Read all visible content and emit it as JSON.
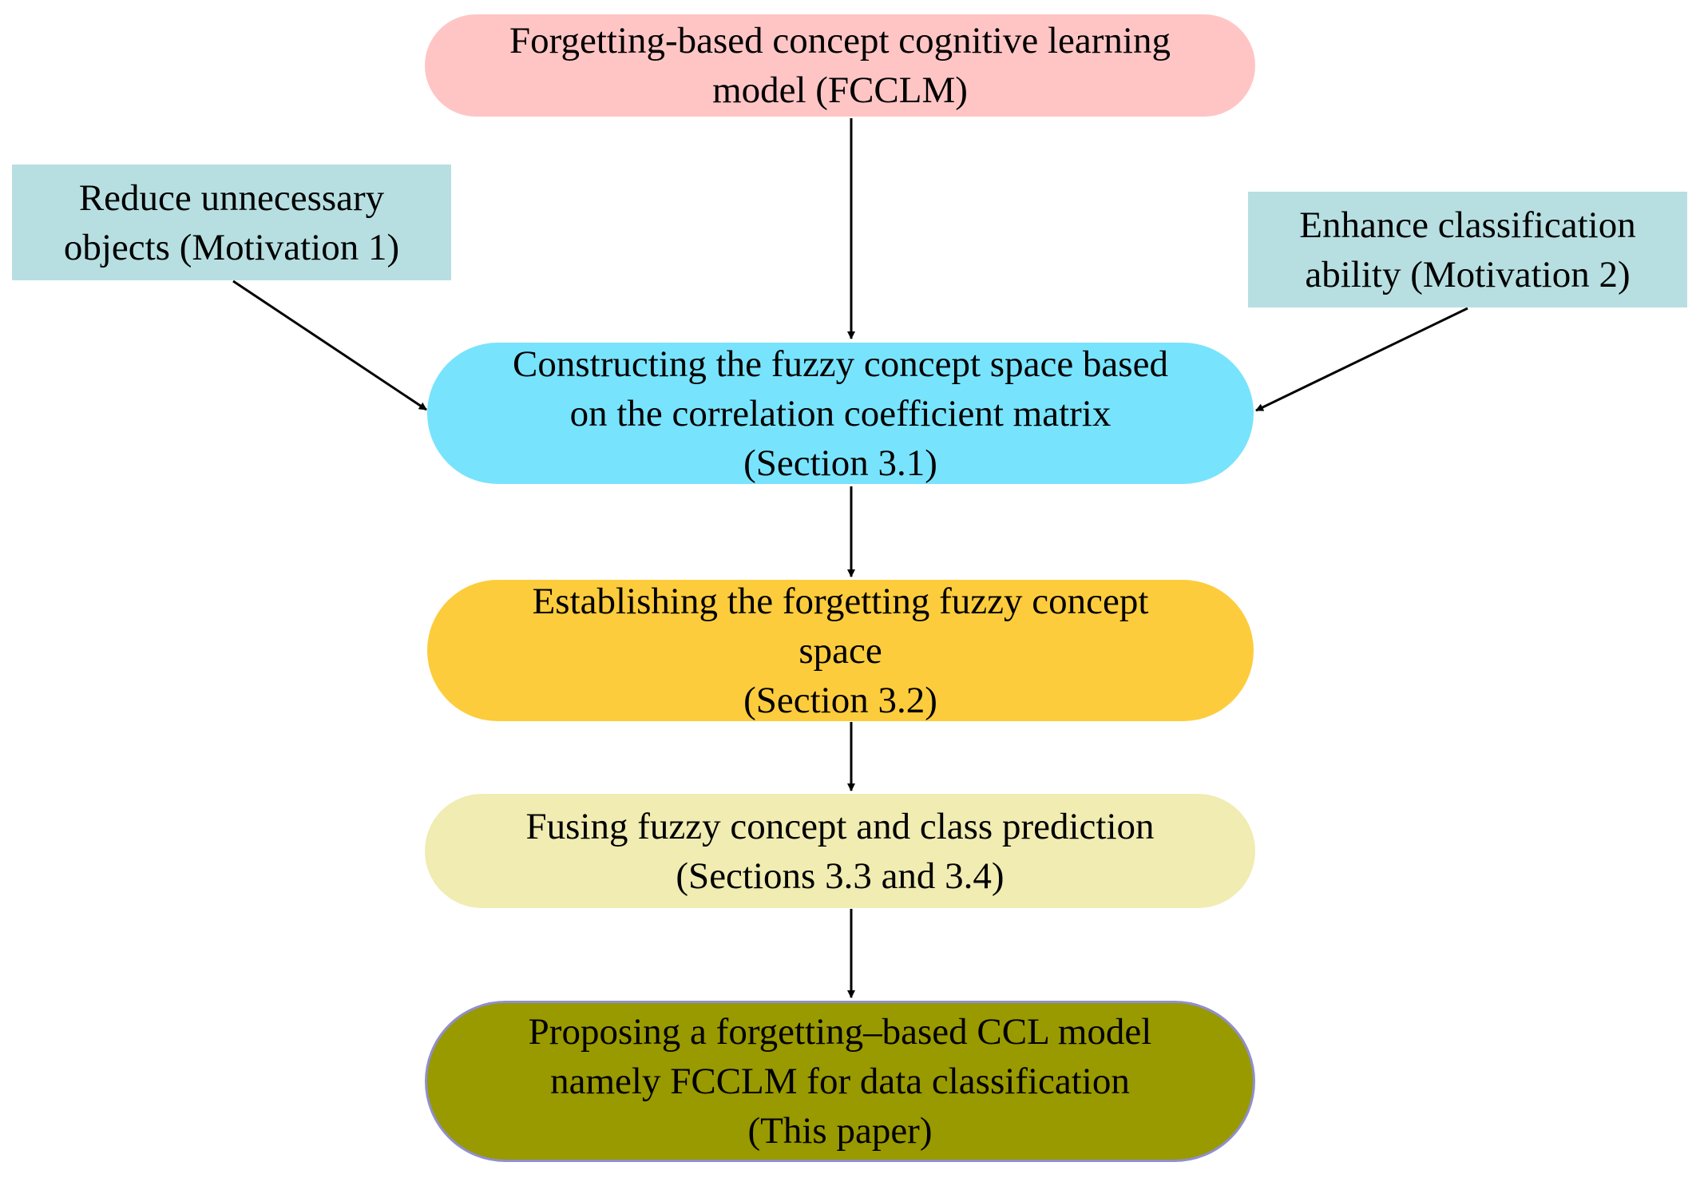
{
  "colors": {
    "top": "#FFC5C5",
    "motivation": "#B7DFE1",
    "section31": "#78E3FD",
    "section32": "#FDCC3C",
    "section334": "#F0ECB2",
    "paper": "#999900",
    "paper_border": "#8F8FCF",
    "arrow": "#000000"
  },
  "nodes": {
    "top": {
      "lines": [
        "Forgetting-based concept cognitive learning",
        "model (FCCLM)"
      ]
    },
    "motivation1": {
      "lines": [
        "Reduce unnecessary",
        "objects (Motivation 1)"
      ]
    },
    "motivation2": {
      "lines": [
        "Enhance classification",
        "ability (Motivation 2)"
      ]
    },
    "section31": {
      "lines": [
        "Constructing the fuzzy concept space based",
        "on the correlation coefficient matrix",
        "(Section 3.1)"
      ]
    },
    "section32": {
      "lines": [
        "Establishing the forgetting fuzzy concept",
        "space",
        "(Section 3.2)"
      ]
    },
    "section334": {
      "lines": [
        "Fusing fuzzy concept and class prediction",
        "(Sections 3.3 and 3.4)"
      ]
    },
    "paper": {
      "lines": [
        "Proposing a forgetting–based CCL model",
        "namely FCCLM for data classification",
        "(This paper)"
      ]
    }
  },
  "edges": [
    {
      "from": "top",
      "to": "section31"
    },
    {
      "from": "motivation1",
      "to": "section31"
    },
    {
      "from": "motivation2",
      "to": "section31"
    },
    {
      "from": "section31",
      "to": "section32"
    },
    {
      "from": "section32",
      "to": "section334"
    },
    {
      "from": "section334",
      "to": "paper"
    }
  ]
}
